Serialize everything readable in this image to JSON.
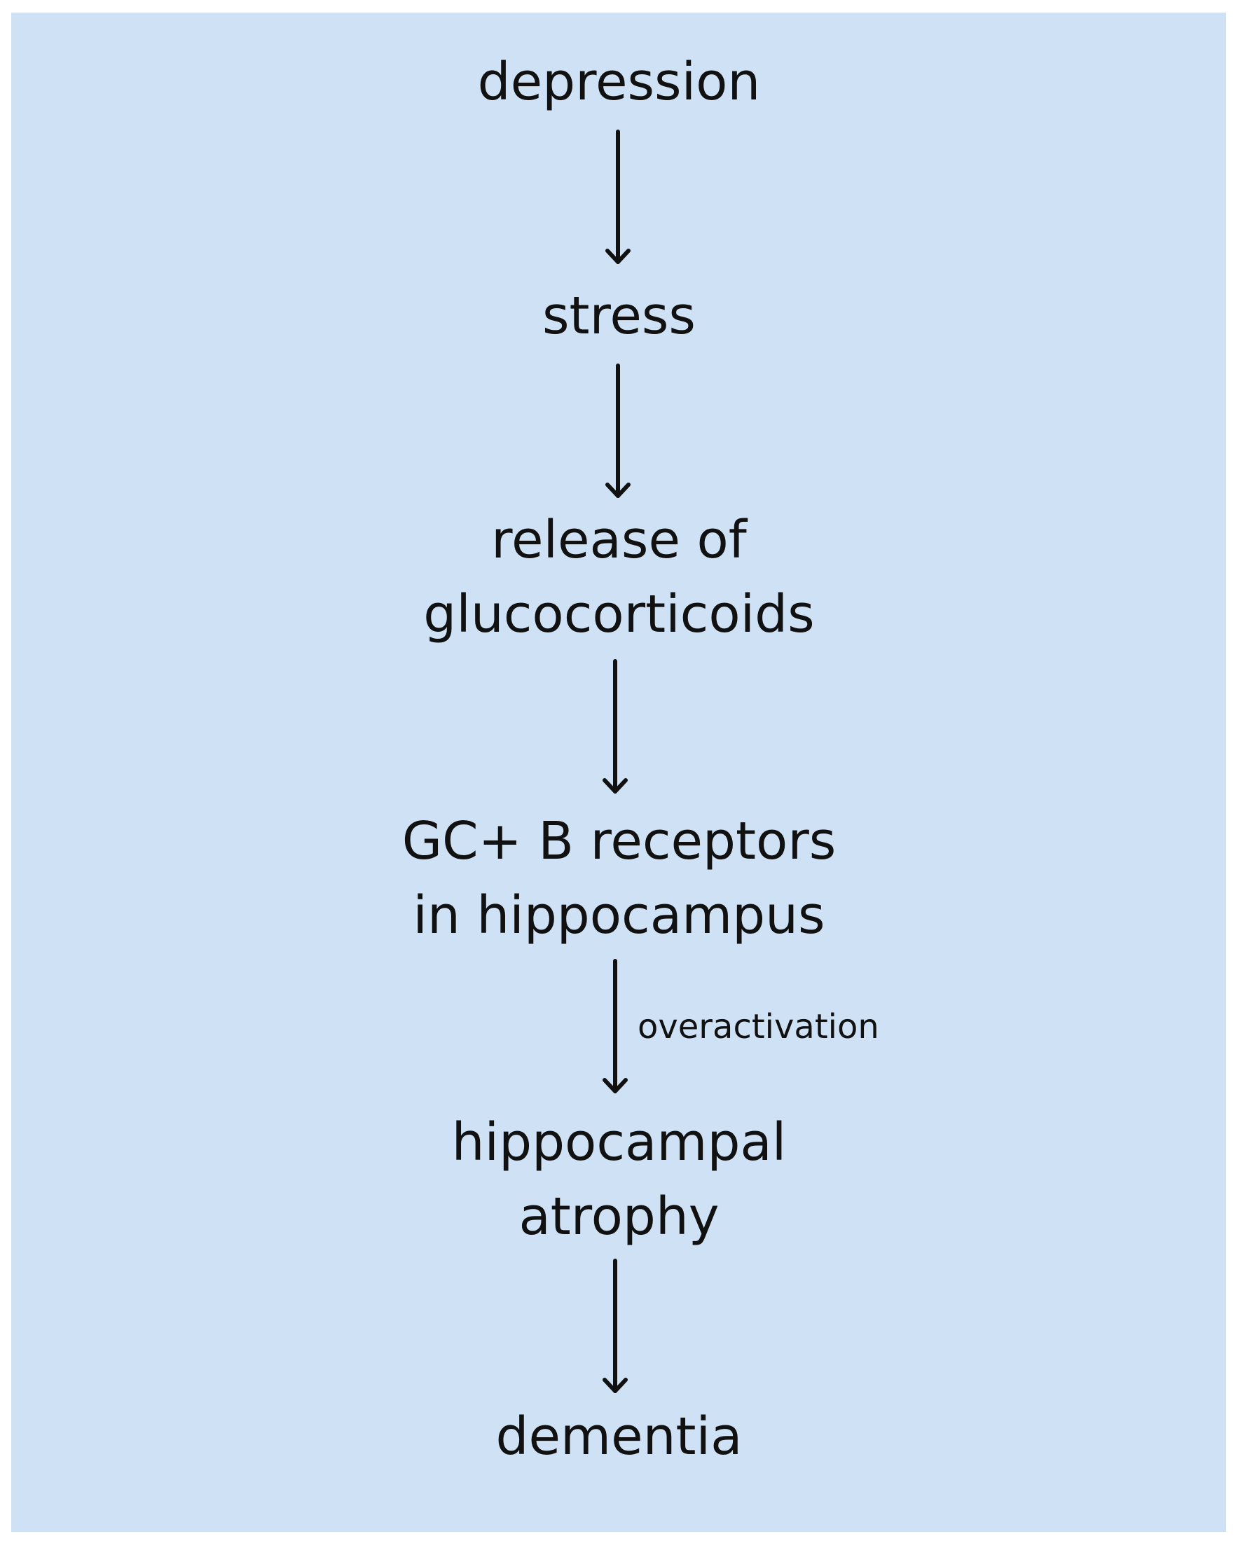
{
  "diagram": {
    "background_color": "#cfe2f5",
    "text_color": "#111111",
    "nodes": [
      {
        "id": "depression",
        "lines": [
          "depression"
        ]
      },
      {
        "id": "stress",
        "lines": [
          "stress"
        ]
      },
      {
        "id": "release-of-glucocorticoids",
        "lines": [
          "release of",
          "glucocorticoids"
        ]
      },
      {
        "id": "gc-b-receptors",
        "lines": [
          "GC+ B receptors",
          "in hippocampus"
        ]
      },
      {
        "id": "hippocampal-atrophy",
        "lines": [
          "hippocampal",
          "atrophy"
        ]
      },
      {
        "id": "dementia",
        "lines": [
          "dementia"
        ]
      }
    ],
    "edges": [
      {
        "from": "depression",
        "to": "stress",
        "label": ""
      },
      {
        "from": "stress",
        "to": "release-of-glucocorticoids",
        "label": ""
      },
      {
        "from": "release-of-glucocorticoids",
        "to": "gc-b-receptors",
        "label": ""
      },
      {
        "from": "gc-b-receptors",
        "to": "hippocampal-atrophy",
        "label": "overactivation"
      },
      {
        "from": "hippocampal-atrophy",
        "to": "dementia",
        "label": ""
      }
    ]
  }
}
